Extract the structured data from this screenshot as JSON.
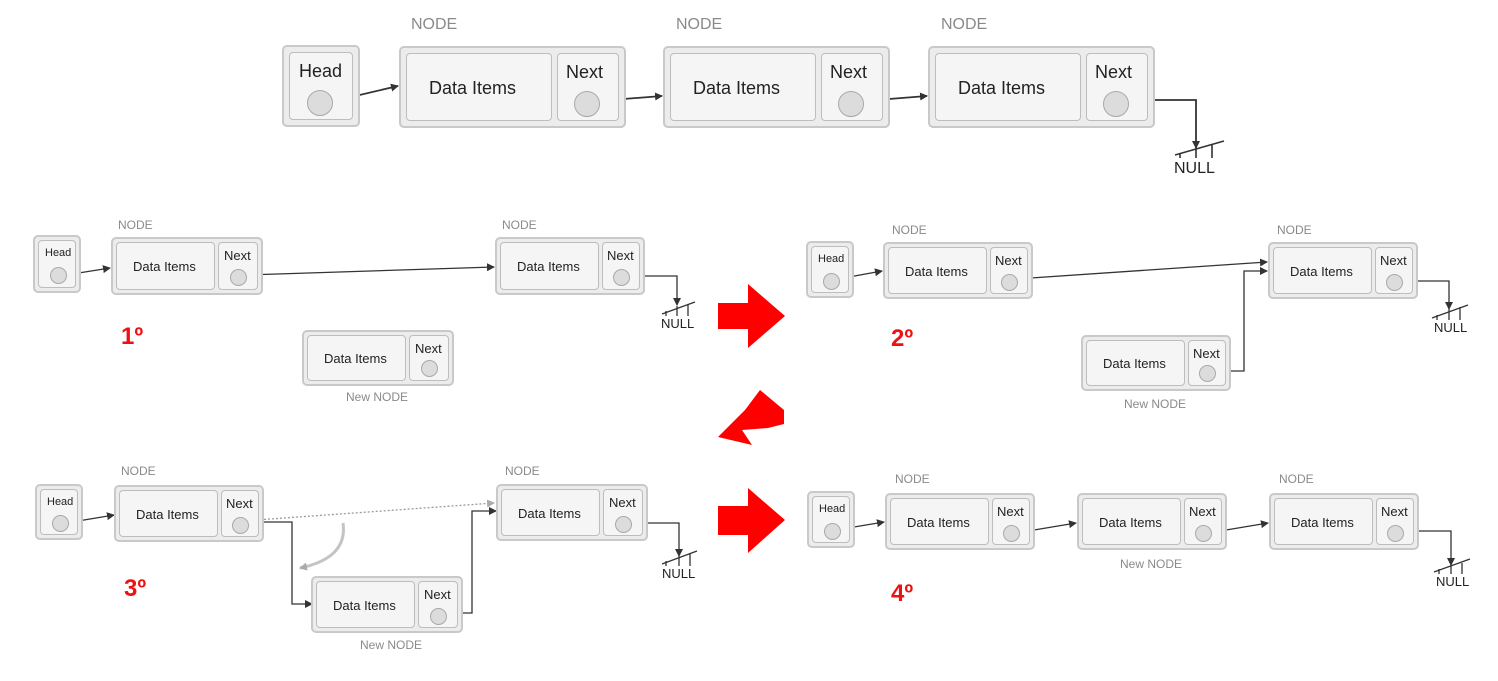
{
  "labels": {
    "node": "NODE",
    "new_node": "New NODE",
    "head": "Head",
    "data": "Data Items",
    "next": "Next",
    "null": "NULL"
  },
  "steps": [
    "1º",
    "2º",
    "3º",
    "4º"
  ],
  "colors": {
    "step_text": "#ee1111",
    "arrow": "#ff0000",
    "wire": "#333333",
    "box_border": "#c9c9c9"
  }
}
